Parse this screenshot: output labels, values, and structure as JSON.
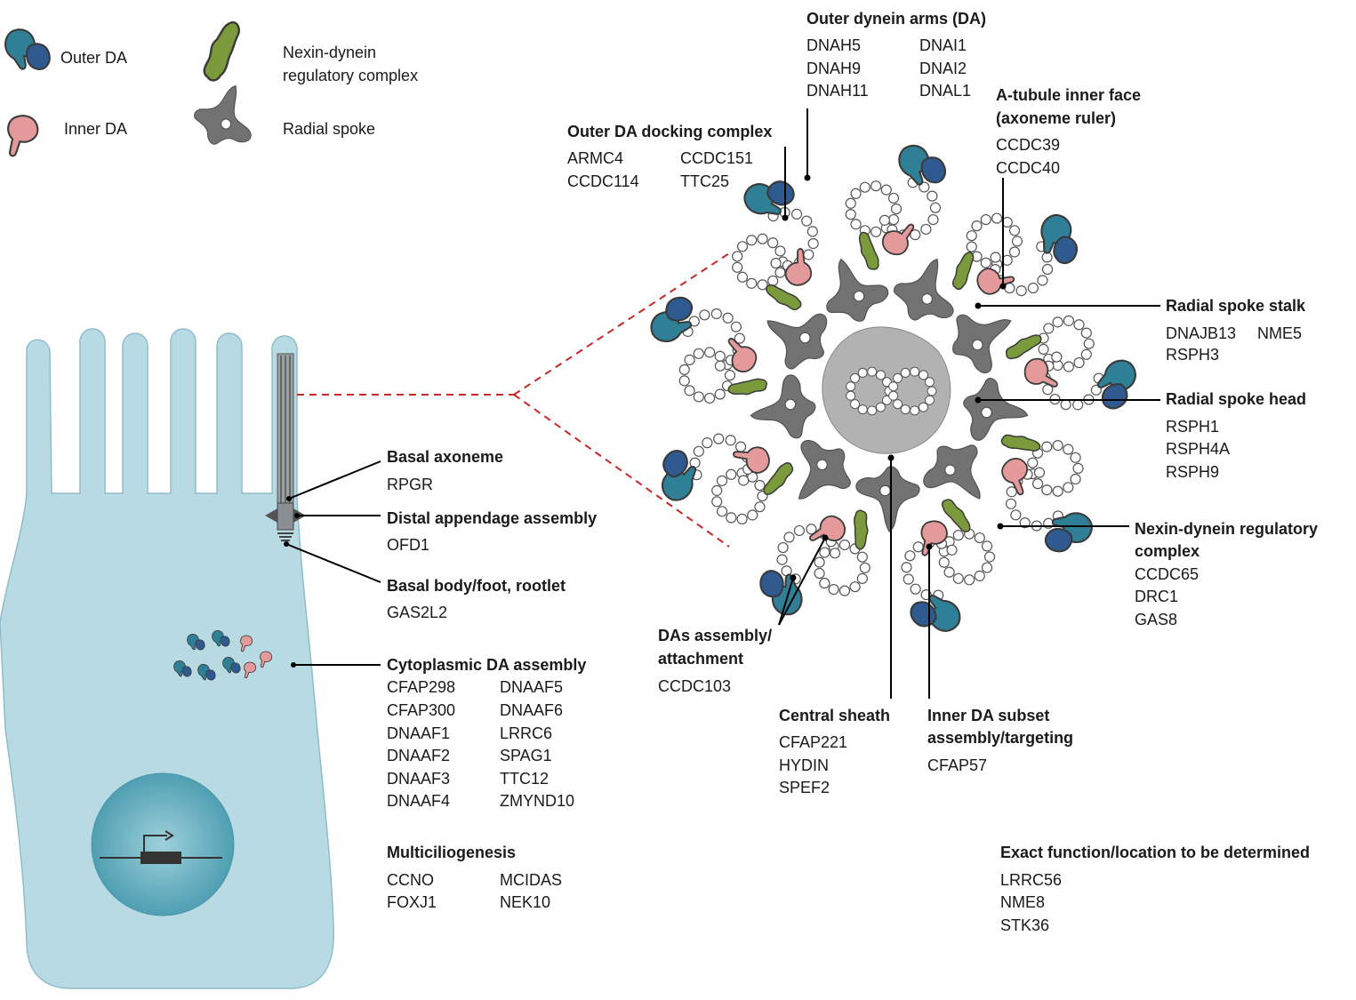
{
  "colors": {
    "outer_da_teal": "#2f7f96",
    "outer_da_blue": "#2f5a90",
    "inner_da": "#e49a9a",
    "ndrc": "#7a9a3c",
    "radial_spoke": "#727272",
    "central_pair": "#b2b2b2",
    "cell": "#b8dbe3",
    "nucleus": "#5fa9ba",
    "highlight_gene": "#e0474c",
    "leader": "#000000"
  },
  "legend": [
    {
      "icon": "outer-da-icon",
      "label_lines": [
        "Outer DA"
      ]
    },
    {
      "icon": "inner-da-icon",
      "label_lines": [
        "Inner DA"
      ]
    },
    {
      "icon": "ndrc-icon",
      "label_lines": [
        "Nexin-dynein",
        "regulatory complex"
      ]
    },
    {
      "icon": "radial-spoke-icon",
      "label_lines": [
        "Radial spoke"
      ]
    }
  ],
  "groups": {
    "outer_dynein_arms": {
      "title": "Outer dynein arms (DA)",
      "col1": [
        {
          "text": "DNAH5",
          "red": false
        },
        {
          "text": "DNAH9",
          "red": true
        },
        {
          "text": "DNAH11",
          "red": false
        }
      ],
      "col2": [
        {
          "text": "DNAI1",
          "red": true
        },
        {
          "text": "DNAI2",
          "red": false
        },
        {
          "text": "DNAL1",
          "red": false
        }
      ]
    },
    "docking_complex": {
      "title": "Outer DA docking complex",
      "col1": [
        {
          "text": "ARMC4",
          "red": false
        },
        {
          "text": "CCDC114",
          "red": false
        }
      ],
      "col2": [
        {
          "text": "CCDC151",
          "red": false
        },
        {
          "text": "TTC25",
          "red": false
        }
      ]
    },
    "a_tubule": {
      "title_lines": [
        "A-tubule inner face",
        "(axoneme ruler)"
      ],
      "col1": [
        {
          "text": "CCDC39",
          "red": true
        },
        {
          "text": "CCDC40",
          "red": false
        }
      ]
    },
    "radial_spoke_stalk": {
      "title": "Radial spoke stalk",
      "col1": [
        {
          "text": "DNAJB13",
          "red": true
        },
        {
          "text": "RSPH3",
          "red": true
        }
      ],
      "col2": [
        {
          "text": "NME5",
          "red": false
        }
      ]
    },
    "radial_spoke_head": {
      "title": "Radial spoke head",
      "col1": [
        {
          "text": "RSPH1",
          "red": true
        },
        {
          "text": "RSPH4A",
          "red": false
        },
        {
          "text": "RSPH9",
          "red": false
        }
      ]
    },
    "ndrc": {
      "title_lines": [
        "Nexin-dynein regulatory",
        "complex"
      ],
      "col1": [
        {
          "text": "CCDC65",
          "red": false
        },
        {
          "text": "DRC1",
          "red": false
        },
        {
          "text": "GAS8",
          "red": true
        }
      ]
    },
    "das_assembly": {
      "title_lines": [
        "DAs assembly/",
        "attachment"
      ],
      "col1": [
        {
          "text": "CCDC103",
          "red": false
        }
      ]
    },
    "central_sheath": {
      "title": "Central sheath",
      "col1": [
        {
          "text": "CFAP221",
          "red": false
        },
        {
          "text": "HYDIN",
          "red": false
        },
        {
          "text": "SPEF2",
          "red": false
        }
      ]
    },
    "inner_da_subset": {
      "title_lines": [
        "Inner DA subset",
        "assembly/targeting"
      ],
      "col1": [
        {
          "text": "CFAP57",
          "red": false
        }
      ]
    },
    "basal_axoneme": {
      "title": "Basal axoneme",
      "col1": [
        {
          "text": "RPGR",
          "red": true
        }
      ]
    },
    "distal_appendage": {
      "title": "Distal appendage assembly",
      "col1": [
        {
          "text": "OFD1",
          "red": false
        }
      ]
    },
    "basal_body": {
      "title": "Basal body/foot, rootlet",
      "col1": [
        {
          "text": "GAS2L2",
          "red": true
        }
      ]
    },
    "cytoplasmic_da": {
      "title": "Cytoplasmic DA assembly",
      "col1": [
        {
          "text": "CFAP298",
          "red": false
        },
        {
          "text": "CFAP300",
          "red": false
        },
        {
          "text": "DNAAF1",
          "red": true
        },
        {
          "text": "DNAAF2",
          "red": false
        },
        {
          "text": "DNAAF3",
          "red": false
        },
        {
          "text": "DNAAF4",
          "red": false
        }
      ],
      "col2": [
        {
          "text": "DNAAF5",
          "red": false
        },
        {
          "text": "DNAAF6",
          "red": true
        },
        {
          "text": "LRRC6",
          "red": true
        },
        {
          "text": "SPAG1",
          "red": false
        },
        {
          "text": "TTC12",
          "red": true
        },
        {
          "text": "ZMYND10",
          "red": true
        }
      ]
    },
    "multiciliogenesis": {
      "title": "Multiciliogenesis",
      "col1": [
        {
          "text": "CCNO",
          "red": false
        },
        {
          "text": "FOXJ1",
          "red": false
        }
      ],
      "col2": [
        {
          "text": "MCIDAS",
          "red": false
        },
        {
          "text": "NEK10",
          "red": false
        }
      ]
    },
    "exact_function": {
      "title": "Exact function/location to be determined",
      "col1": [
        {
          "text": "LRRC56",
          "red": false
        },
        {
          "text": "NME8",
          "red": true
        },
        {
          "text": "STK36",
          "red": false
        }
      ]
    }
  }
}
